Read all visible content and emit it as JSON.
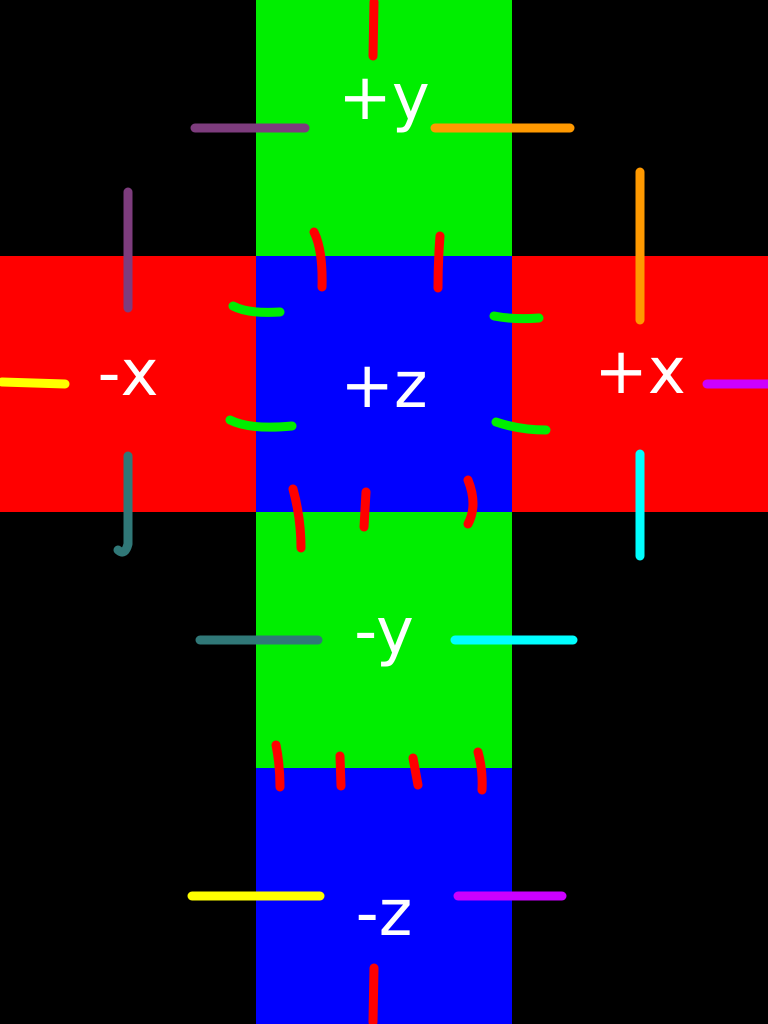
{
  "faces": {
    "pos_y": {
      "label": "+y",
      "color": "#00ee00"
    },
    "neg_x": {
      "label": "-x",
      "color": "#ff0000"
    },
    "pos_z": {
      "label": "+z",
      "color": "#0000ff"
    },
    "pos_x": {
      "label": "+x",
      "color": "#ff0000"
    },
    "neg_y": {
      "label": "-y",
      "color": "#00ee00"
    },
    "neg_z": {
      "label": "-z",
      "color": "#0000ff"
    }
  },
  "edge_colors": {
    "red": "#ff0000",
    "green": "#00ee00",
    "purple": "#7d3c7d",
    "orange": "#ff9900",
    "yellow": "#ffff00",
    "magenta": "#cc00ff",
    "teal": "#307878",
    "cyan": "#00ffff"
  },
  "background_color": "#000000"
}
